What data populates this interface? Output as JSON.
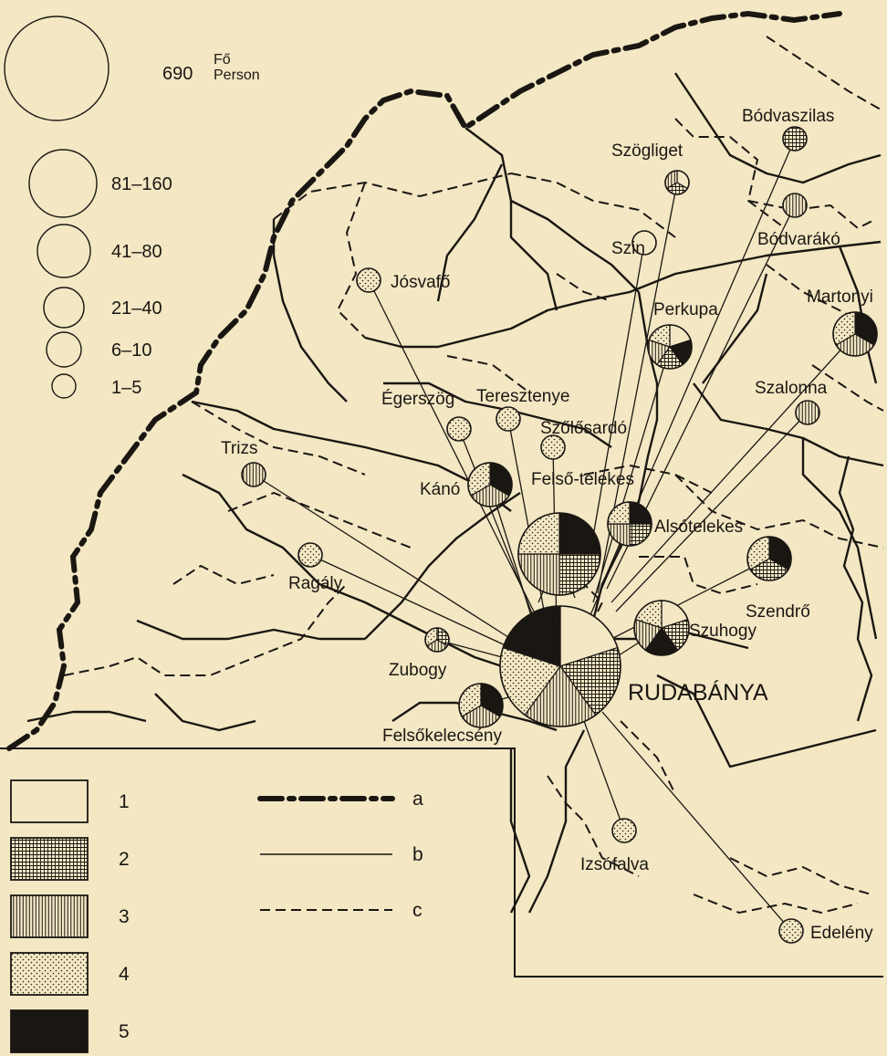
{
  "size_legend": {
    "unit_hu": "Fő",
    "unit_en": "Person",
    "classes": [
      "690",
      "81–160",
      "41–80",
      "21–40",
      "6–10",
      "1–5"
    ]
  },
  "settlements": [
    {
      "id": "bodvaszilas",
      "name": "Bódvaszilas",
      "size_class": "6–10",
      "segments": [
        2
      ]
    },
    {
      "id": "szogliget",
      "name": "Szögliget",
      "size_class": "6–10",
      "segments": [
        1,
        2,
        3
      ]
    },
    {
      "id": "szin",
      "name": "Szin",
      "size_class": "6–10",
      "segments": [
        1
      ]
    },
    {
      "id": "bodvarako",
      "name": "Bódvarákó",
      "size_class": "6–10",
      "segments": [
        3
      ]
    },
    {
      "id": "josvafo",
      "name": "Jósvafő",
      "size_class": "6–10",
      "segments": [
        4
      ]
    },
    {
      "id": "perkupa",
      "name": "Perkupa",
      "size_class": "21–40",
      "segments": [
        1,
        5,
        2,
        3,
        4
      ]
    },
    {
      "id": "martonyi",
      "name": "Martonyi",
      "size_class": "21–40",
      "segments": [
        5,
        3,
        4
      ]
    },
    {
      "id": "egerszog",
      "name": "Égerszög",
      "size_class": "6–10",
      "segments": [
        4
      ]
    },
    {
      "id": "teresztenye",
      "name": "Teresztenye",
      "size_class": "6–10",
      "segments": [
        4
      ]
    },
    {
      "id": "szalonna",
      "name": "Szalonna",
      "size_class": "6–10",
      "segments": [
        3
      ]
    },
    {
      "id": "szolosardo",
      "name": "Szőlősardó",
      "size_class": "6–10",
      "segments": [
        4
      ]
    },
    {
      "id": "trizs",
      "name": "Trizs",
      "size_class": "6–10",
      "segments": [
        3
      ]
    },
    {
      "id": "kano",
      "name": "Kánó",
      "size_class": "21–40",
      "segments": [
        5,
        3,
        4
      ]
    },
    {
      "id": "felsotelekes",
      "name": "Felső-telekes",
      "size_class": "81–160",
      "segments": [
        5,
        2,
        3,
        4
      ]
    },
    {
      "id": "alsotelekes",
      "name": "Alsótelekes",
      "size_class": "21–40",
      "segments": [
        5,
        2,
        3,
        4
      ]
    },
    {
      "id": "szendro",
      "name": "Szendrő",
      "size_class": "21–40",
      "segments": [
        5,
        2,
        4
      ]
    },
    {
      "id": "ragaly",
      "name": "Ragály",
      "size_class": "6–10",
      "segments": [
        4
      ]
    },
    {
      "id": "szuhogy",
      "name": "Szuhogy",
      "size_class": "41–80",
      "segments": [
        1,
        2,
        5,
        3,
        4
      ]
    },
    {
      "id": "zubogy",
      "name": "Zubogy",
      "size_class": "6–10",
      "segments": [
        2,
        3,
        4
      ]
    },
    {
      "id": "rudabanya",
      "name": "RUDABÁNYA",
      "size_class": "690",
      "segments": [
        1,
        2,
        3,
        4,
        5
      ]
    },
    {
      "id": "felsokelecseny",
      "name": "Felsőkelecsény",
      "size_class": "21–40",
      "segments": [
        5,
        3,
        4
      ]
    },
    {
      "id": "izsofalva",
      "name": "Izsófalva",
      "size_class": "6–10",
      "segments": [
        4
      ]
    },
    {
      "id": "edeleny",
      "name": "Edelény",
      "size_class": "6–10",
      "segments": [
        4
      ]
    }
  ],
  "pattern_legend": [
    {
      "label": "1",
      "pattern": "blank"
    },
    {
      "label": "2",
      "pattern": "grid"
    },
    {
      "label": "3",
      "pattern": "vertical-lines"
    },
    {
      "label": "4",
      "pattern": "dots"
    },
    {
      "label": "5",
      "pattern": "solid"
    }
  ],
  "line_legend": [
    {
      "label": "a",
      "style": "dash-dot-thick"
    },
    {
      "label": "b",
      "style": "solid-thin"
    },
    {
      "label": "c",
      "style": "dashed"
    }
  ],
  "colors": {
    "paper": "#f3e7c4",
    "ink": "#1a1712"
  }
}
